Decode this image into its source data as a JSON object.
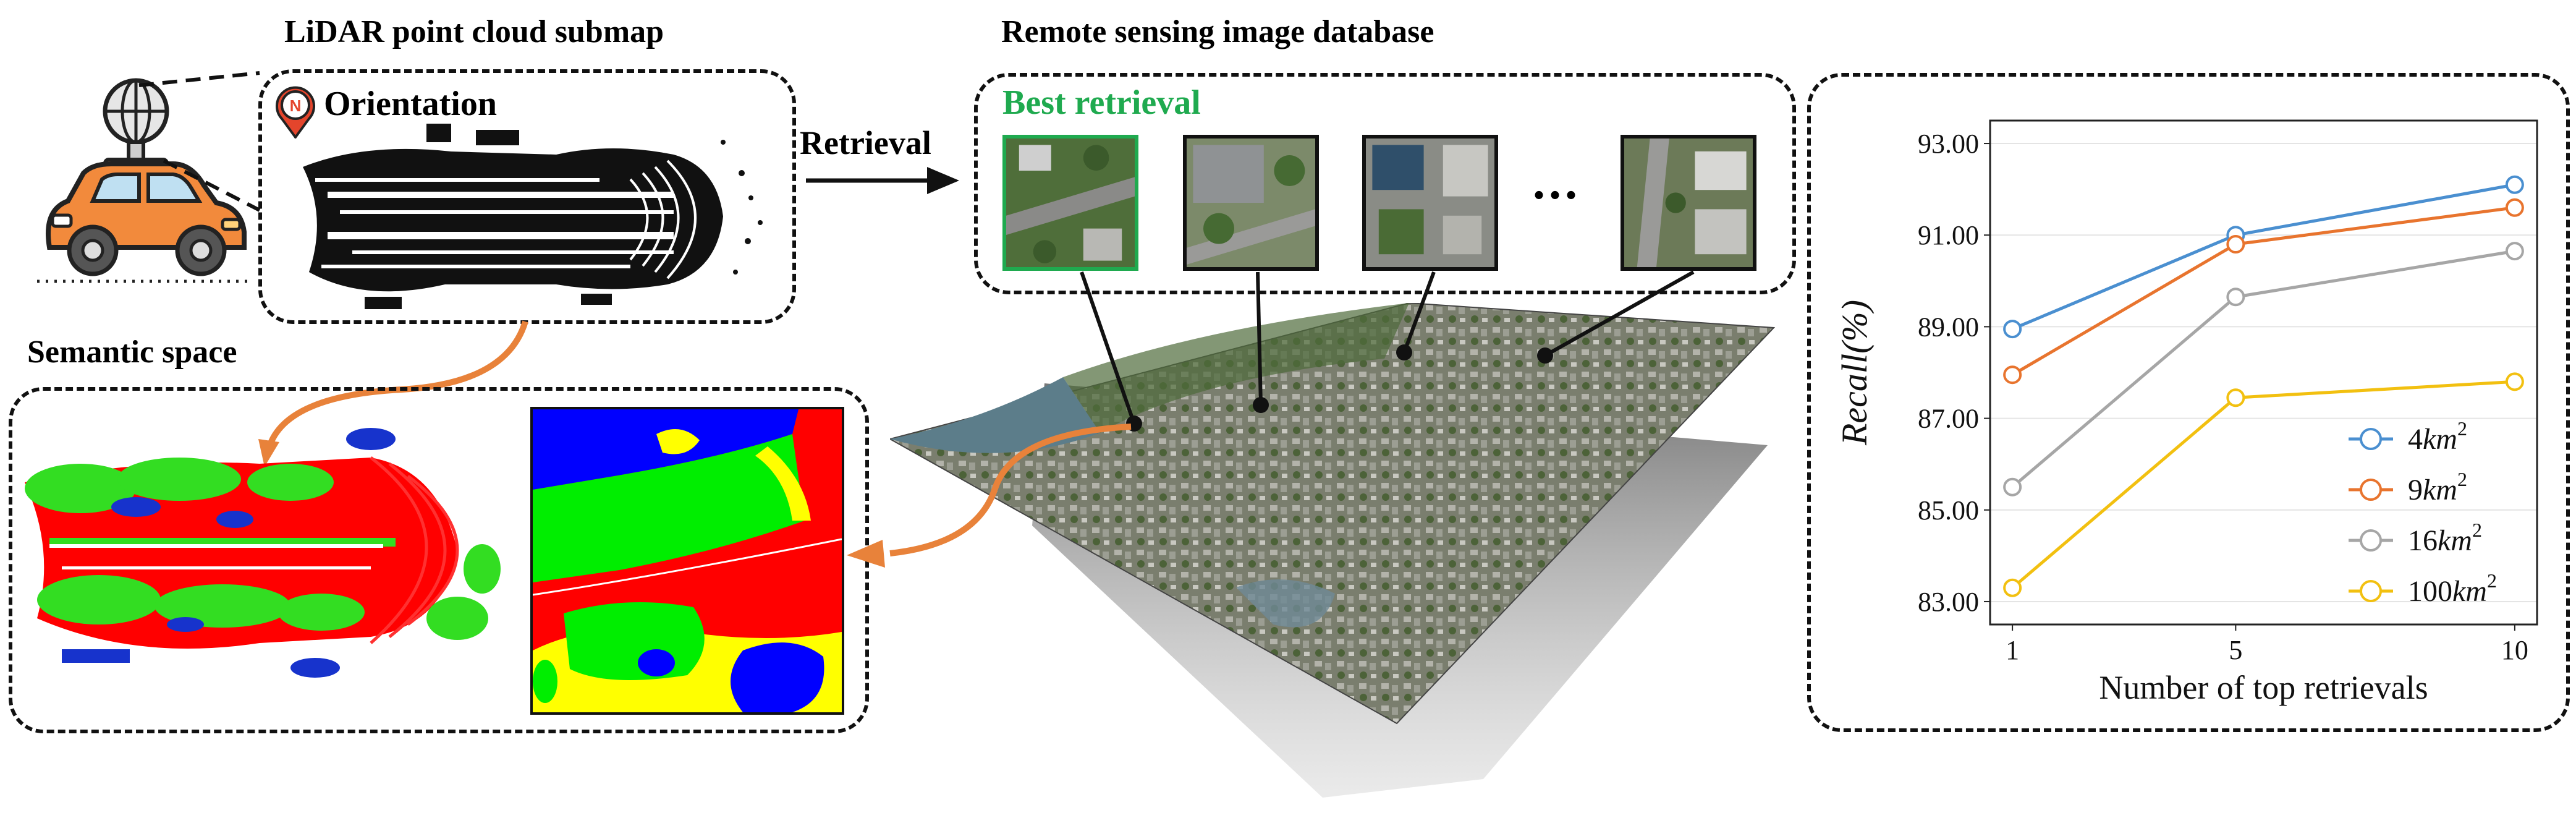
{
  "lidar": {
    "title": "LiDAR point cloud submap",
    "orientation_label": "Orientation",
    "compass_letter": "N"
  },
  "semantic": {
    "title": "Semantic space"
  },
  "retrieval": {
    "arrow_label": "Retrieval"
  },
  "database": {
    "title": "Remote sensing image database",
    "best_label": "Best retrieval",
    "ellipsis": "..."
  },
  "colors": {
    "best": "#1faa4f",
    "arrow_orange": "#e8823a",
    "road": "#ff0000",
    "vegetation": "#00ee00",
    "building": "#0000ff",
    "terrain": "#ffff00",
    "series_4": "#4a8fd0",
    "series_9": "#e8742e",
    "series_16": "#a6a6a6",
    "series_100": "#f2c010"
  },
  "chart_data": {
    "type": "line",
    "x": [
      1,
      5,
      10
    ],
    "xlabel": "Number of top retrievals",
    "ylabel": "Recall(%)",
    "ylim": [
      82.5,
      93.5
    ],
    "yticks": [
      "83.00",
      "85.00",
      "87.00",
      "89.00",
      "91.00",
      "93.00"
    ],
    "xticks": [
      "1",
      "5",
      "10"
    ],
    "grid": true,
    "legend_position": "bottom-right",
    "series": [
      {
        "name": "4km²",
        "name_base": "4",
        "name_unit": "km",
        "name_exp": "2",
        "values": [
          88.95,
          91.0,
          92.1
        ]
      },
      {
        "name": "9km²",
        "name_base": "9",
        "name_unit": "km",
        "name_exp": "2",
        "values": [
          87.95,
          90.8,
          91.6
        ]
      },
      {
        "name": "16km²",
        "name_base": "16",
        "name_unit": "km",
        "name_exp": "2",
        "values": [
          85.5,
          89.65,
          90.65
        ]
      },
      {
        "name": "100km²",
        "name_base": "100",
        "name_unit": "km",
        "name_exp": "2",
        "values": [
          83.3,
          87.45,
          87.8
        ]
      }
    ]
  }
}
